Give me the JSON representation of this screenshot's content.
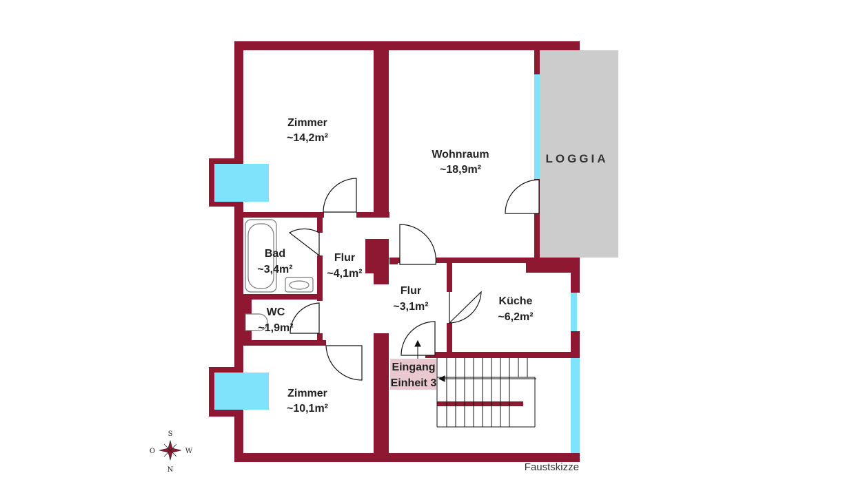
{
  "rooms": {
    "zimmer_top": {
      "name": "Zimmer",
      "area": "~14,2m²"
    },
    "wohnraum": {
      "name": "Wohnraum",
      "area": "~18,9m²"
    },
    "loggia": {
      "name": "LOGGIA"
    },
    "bad": {
      "name": "Bad",
      "area": "~3,4m²"
    },
    "flur_left": {
      "name": "Flur",
      "area": "~4,1m²"
    },
    "flur_center": {
      "name": "Flur",
      "area": "~3,1m²"
    },
    "kueche": {
      "name": "Küche",
      "area": "~6,2m²"
    },
    "wc": {
      "name": "WC",
      "area": "~1,9m²"
    },
    "zimmer_bottom": {
      "name": "Zimmer",
      "area": "~10,1m²"
    }
  },
  "entrance": {
    "line1": "Eingang",
    "line2": "Einheit 3"
  },
  "compass": {
    "top": "S",
    "left": "O",
    "right": "W",
    "bottom": "N"
  },
  "caption": "Faustskizze",
  "colors": {
    "wall": "#8e1832",
    "window": "#7fe3fb",
    "loggia": "#cccccc",
    "entrance_bg": "#e9c9cf"
  }
}
